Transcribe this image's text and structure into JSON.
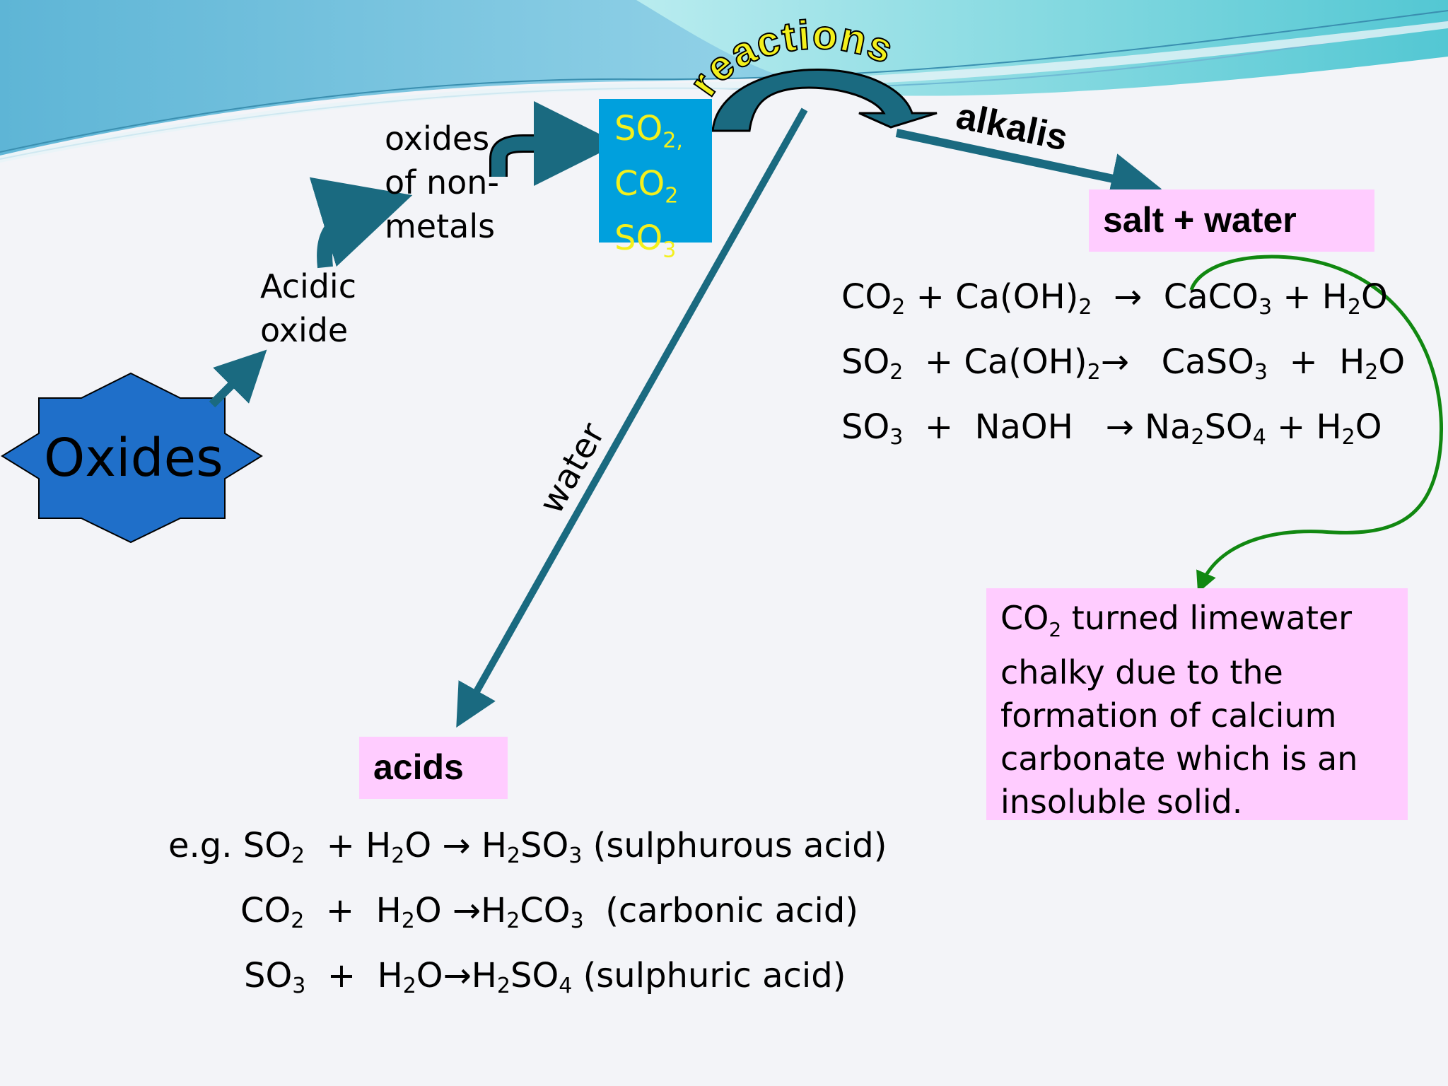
{
  "star_label": "Oxides",
  "acidic_oxide": [
    "Acidic",
    "oxide"
  ],
  "non_metal_oxides": [
    "oxides",
    "of non-",
    "metals"
  ],
  "formula_box": {
    "items": [
      {
        "base": "SO",
        "sub": "2,"
      },
      {
        "base": "CO",
        "sub": "2"
      },
      {
        "base": "SO",
        "sub": "3"
      }
    ]
  },
  "reactions_label": "reactions",
  "alkalis_label": "alkalis",
  "water_label": "water",
  "salt_water_label": "salt + water",
  "acids_label": "acids",
  "alkali_equations": [
    [
      {
        "t": "CO"
      },
      {
        "s": "2"
      },
      {
        "t": " + Ca(OH)"
      },
      {
        "s": "2"
      },
      {
        "t": "  →  CaCO"
      },
      {
        "s": "3"
      },
      {
        "t": " + H"
      },
      {
        "s": "2"
      },
      {
        "t": "O"
      }
    ],
    [
      {
        "t": "SO"
      },
      {
        "s": "2"
      },
      {
        "t": "  + Ca(OH)"
      },
      {
        "s": "2"
      },
      {
        "t": "→   CaSO"
      },
      {
        "s": "3"
      },
      {
        "t": "  +  H"
      },
      {
        "s": "2"
      },
      {
        "t": "O"
      }
    ],
    [
      {
        "t": "SO"
      },
      {
        "s": "3"
      },
      {
        "t": "  +  NaOH   → Na"
      },
      {
        "s": "2"
      },
      {
        "t": "SO"
      },
      {
        "s": "4"
      },
      {
        "t": " + H"
      },
      {
        "s": "2"
      },
      {
        "t": "O"
      }
    ]
  ],
  "acid_equations": [
    [
      {
        "t": "e.g. SO"
      },
      {
        "s": "2"
      },
      {
        "t": "  + H"
      },
      {
        "s": "2"
      },
      {
        "t": "O → H"
      },
      {
        "s": "2"
      },
      {
        "t": "SO"
      },
      {
        "s": "3"
      },
      {
        "t": " (sulphurous acid)"
      }
    ],
    [
      {
        "t": "CO"
      },
      {
        "s": "2"
      },
      {
        "t": "  +  H"
      },
      {
        "s": "2"
      },
      {
        "t": "O →H"
      },
      {
        "s": "2"
      },
      {
        "t": "CO"
      },
      {
        "s": "3"
      },
      {
        "t": "  (carbonic acid)"
      }
    ],
    [
      {
        "t": "SO"
      },
      {
        "s": "3"
      },
      {
        "t": "  +  H"
      },
      {
        "s": "2"
      },
      {
        "t": "O→H"
      },
      {
        "s": "2"
      },
      {
        "t": "SO"
      },
      {
        "s": "4"
      },
      {
        "t": " (sulphuric acid)"
      }
    ]
  ],
  "limewater_note": {
    "formula_base": "CO",
    "formula_sub": "2",
    "text": " turned limewater chalky due to the formation of calcium carbonate which is an insoluble solid."
  },
  "colors": {
    "star_fill": "#1f6fc9",
    "arrow": "#1a6a80",
    "formula_box": "#00a0dd",
    "formula_text": "#f3f01c",
    "pink": "#ffccff",
    "curve": "#118811"
  }
}
